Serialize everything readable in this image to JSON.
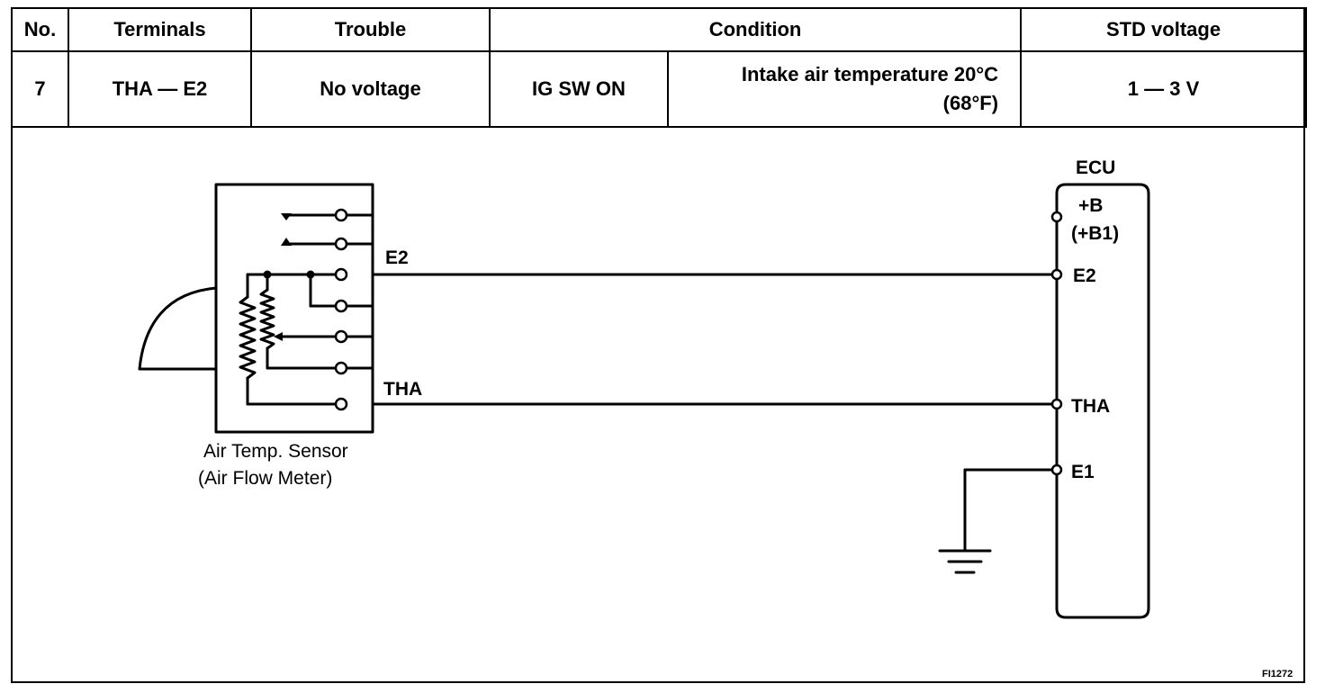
{
  "table": {
    "headers": {
      "no": "No.",
      "terminals": "Terminals",
      "trouble": "Trouble",
      "condition": "Condition",
      "std_voltage": "STD voltage"
    },
    "row": {
      "no": "7",
      "terminals": "THA — E2",
      "trouble": "No voltage",
      "condition_switch": "IG SW ON",
      "condition_temp_line1": "Intake air temperature 20°C",
      "condition_temp_line2": "(68°F)",
      "std_voltage": "1 — 3 V"
    }
  },
  "diagram": {
    "sensor_caption_line1": "Air Temp. Sensor",
    "sensor_caption_line2": "(Air Flow Meter)",
    "wire_e2_label": "E2",
    "wire_tha_label": "THA",
    "ecu": {
      "title": "ECU",
      "pin_b_line1": "+B",
      "pin_b_line2": "(+B1)",
      "pin_e2": "E2",
      "pin_tha": "THA",
      "pin_e1": "E1"
    },
    "figure_code": "FI1272"
  }
}
